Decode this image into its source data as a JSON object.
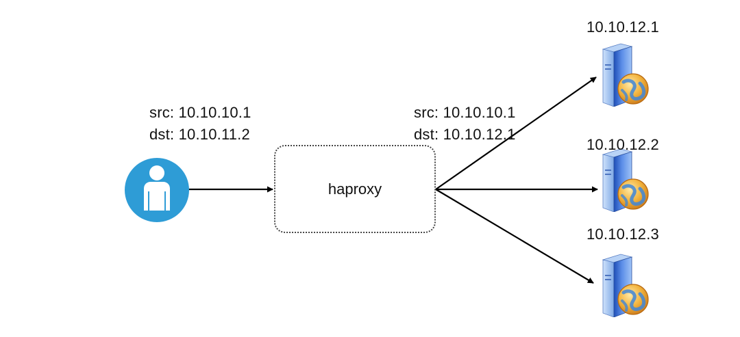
{
  "client": {
    "icon": "user-icon",
    "color": "#2e9cd6",
    "src_line": "src: 10.10.10.1",
    "dst_line": "dst: 10.10.11.2"
  },
  "proxy": {
    "label": "haproxy",
    "src_line": "src: 10.10.10.1",
    "dst_line": "dst: 10.10.12.1"
  },
  "servers": [
    {
      "ip": "10.10.12.1",
      "icon": "server-globe-icon"
    },
    {
      "ip": "10.10.12.2",
      "icon": "server-globe-icon"
    },
    {
      "ip": "10.10.12.3",
      "icon": "server-globe-icon"
    }
  ]
}
